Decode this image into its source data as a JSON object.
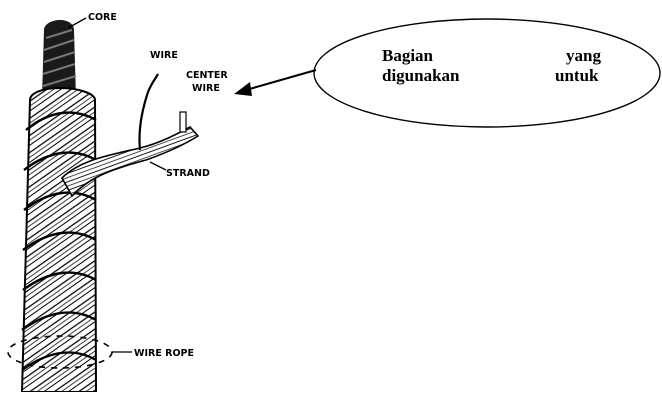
{
  "labels": {
    "core": "CORE",
    "wire": "WIRE",
    "center_wire_line1": "CENTER",
    "center_wire_line2": "WIRE",
    "strand": "STRAND",
    "wire_rope": "WIRE ROPE"
  },
  "callout": {
    "row1_left": "Bagian",
    "row1_right": "yang",
    "row2_left": "digunakan",
    "row2_right": "untuk"
  }
}
